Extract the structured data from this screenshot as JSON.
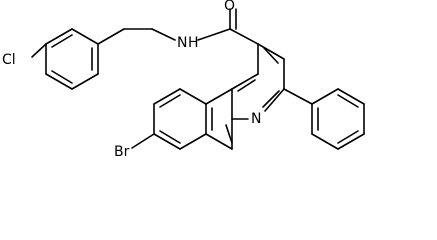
{
  "molecule": {
    "atoms": {
      "chlorine": "Cl",
      "amide_nitrogen": "N",
      "amide_hydrogen": "H",
      "oxygen": "O",
      "bromine": "Br",
      "ring_nitrogen": "N"
    }
  }
}
